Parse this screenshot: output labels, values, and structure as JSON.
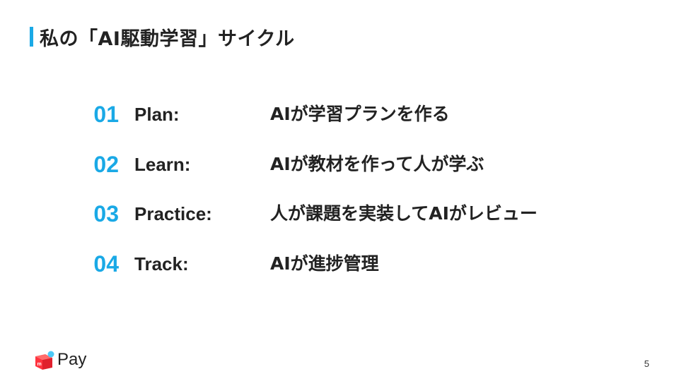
{
  "slide": {
    "title": "私の「AI駆動学習」サイクル",
    "accent_color": "#1aa9e6",
    "steps": [
      {
        "number": "01",
        "name": "Plan:",
        "description": "AIが学習プランを作る"
      },
      {
        "number": "02",
        "name": "Learn:",
        "description": "AIが教材を作って人が学ぶ"
      },
      {
        "number": "03",
        "name": "Practice:",
        "description": "人が課題を実装してAIがレビュー"
      },
      {
        "number": "04",
        "name": "Track:",
        "description": "AIが進捗管理"
      }
    ],
    "logo": {
      "icon": "merpay-box-icon",
      "text": "Pay",
      "box_color": "#ff333f",
      "dot_color": "#4dc9f6"
    },
    "page_number": "5"
  }
}
